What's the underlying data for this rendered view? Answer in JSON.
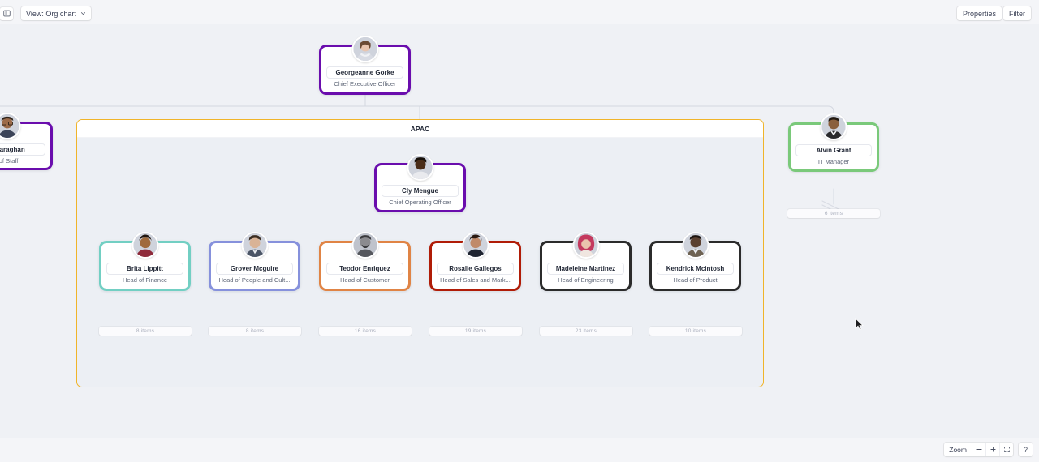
{
  "toolbar": {
    "panel_toggle_icon": "panel-layout-icon",
    "view_label": "View: Org chart",
    "view_chevron_icon": "chevron-down-icon",
    "properties_label": "Properties",
    "filter_label": "Filter"
  },
  "chart": {
    "root": {
      "name": "Georgeanne Gorke",
      "title": "Chief Executive Officer",
      "color": "#6a0dad",
      "avatar_tone": "#e8c4ae"
    },
    "left_partial": {
      "name": "n Garaghan",
      "title": "f of Staff",
      "color": "#6a0dad",
      "avatar_tone": "#9c6b4a"
    },
    "group": {
      "label": "APAC",
      "color": "#f0b429"
    },
    "group_lead": {
      "name": "Cly Mengue",
      "title": "Chief Operating Officer",
      "color": "#6a0dad",
      "avatar_tone": "#4a2c17"
    },
    "right_node": {
      "name": "Alvin Grant",
      "title": "IT Manager",
      "color": "#7ac97a",
      "avatar_tone": "#8a5f3c",
      "items_label": "6 items"
    },
    "children": [
      {
        "name": "Brita Lippitt",
        "title": "Head of Finance",
        "color": "#72cfc3",
        "avatar_tone": "#a06a3c",
        "items_label": "8 items"
      },
      {
        "name": "Grover Mcguire",
        "title": "Head of People and Cult...",
        "color": "#8691dc",
        "avatar_tone": "#d9b396",
        "items_label": "8 items"
      },
      {
        "name": "Teodor Enriquez",
        "title": "Head of Customer",
        "color": "#e08445",
        "avatar_tone": "#9b9b9b",
        "items_label": "16 items"
      },
      {
        "name": "Rosalie Gallegos",
        "title": "Head of Sales and Mark...",
        "color": "#b01c07",
        "avatar_tone": "#c08a6a",
        "items_label": "19 items"
      },
      {
        "name": "Madeleine Martinez",
        "title": "Head of Engineering",
        "color": "#2b2b2b",
        "avatar_tone": "#c4395e",
        "items_label": "23 items"
      },
      {
        "name": "Kendrick Mcintosh",
        "title": "Head of Product",
        "color": "#2b2b2b",
        "avatar_tone": "#5a4030",
        "items_label": "10 items"
      }
    ]
  },
  "bottombar": {
    "zoom_label": "Zoom",
    "zoom_out_icon": "minus-icon",
    "zoom_in_icon": "plus-icon",
    "fit_icon": "fullscreen-icon",
    "help_label": "?"
  }
}
